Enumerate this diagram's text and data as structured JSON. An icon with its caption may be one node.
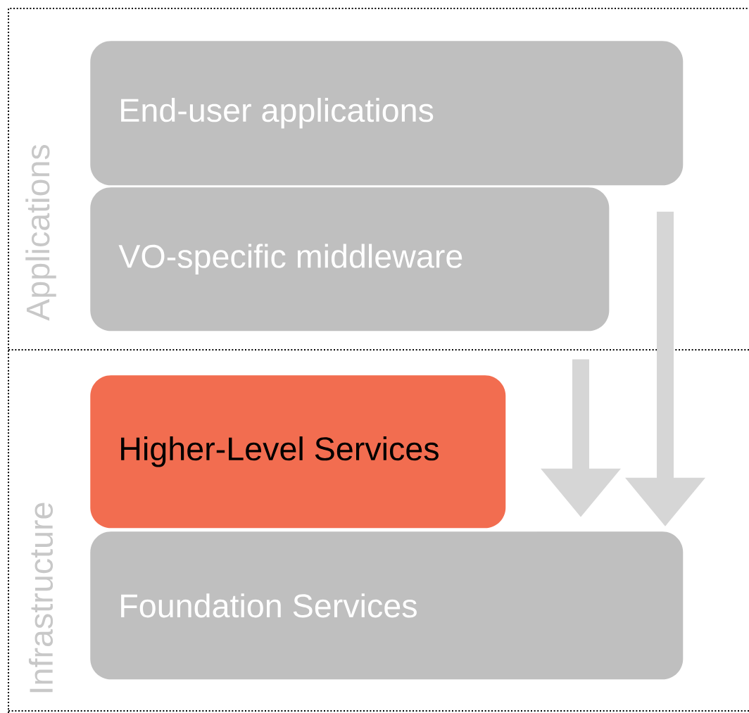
{
  "diagram": {
    "nodes": [
      {
        "text": [
          "End-user applications"
        ]
      },
      {
        "text": [
          "VO-specific middleware"
        ]
      },
      {
        "text": [
          "Higher-Level Services"
        ]
      },
      {
        "text": [
          "Foundation Services"
        ]
      }
    ],
    "edges": [
      {
        "from": 1,
        "to": 3,
        "arrow": "to"
      },
      {
        "from": 0,
        "to": 3,
        "arrow": "to"
      }
    ],
    "labels": [
      "Applications",
      "Infrastructure"
    ]
  }
}
